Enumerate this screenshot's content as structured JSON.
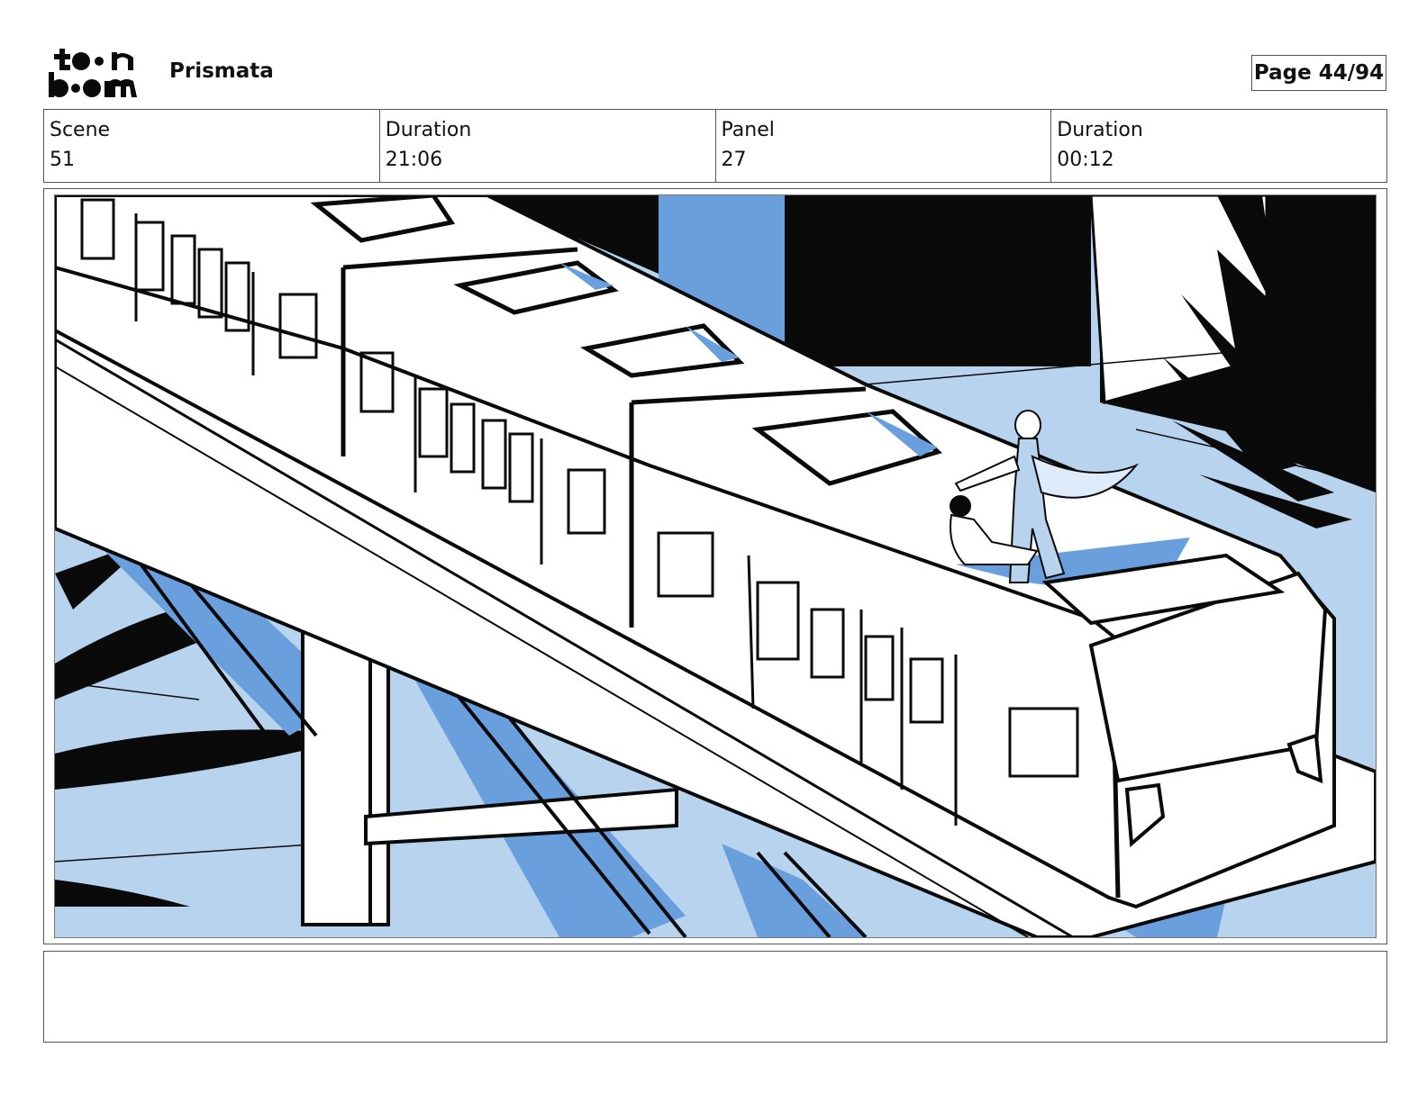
{
  "header": {
    "logo_name": "toon boom",
    "project_title": "Prismata",
    "page_indicator": "Page 44/94"
  },
  "info": {
    "scene_label": "Scene",
    "scene_value": "51",
    "scene_duration_label": "Duration",
    "scene_duration_value": "21:06",
    "panel_label": "Panel",
    "panel_value": "27",
    "panel_duration_label": "Duration",
    "panel_duration_value": "00:12"
  },
  "panel": {
    "colors": {
      "light_blue": "#b8d3ee",
      "mid_blue": "#6a9fde",
      "ink": "#0a0a0a",
      "paper": "#ffffff"
    }
  },
  "notes": {
    "text": ""
  }
}
